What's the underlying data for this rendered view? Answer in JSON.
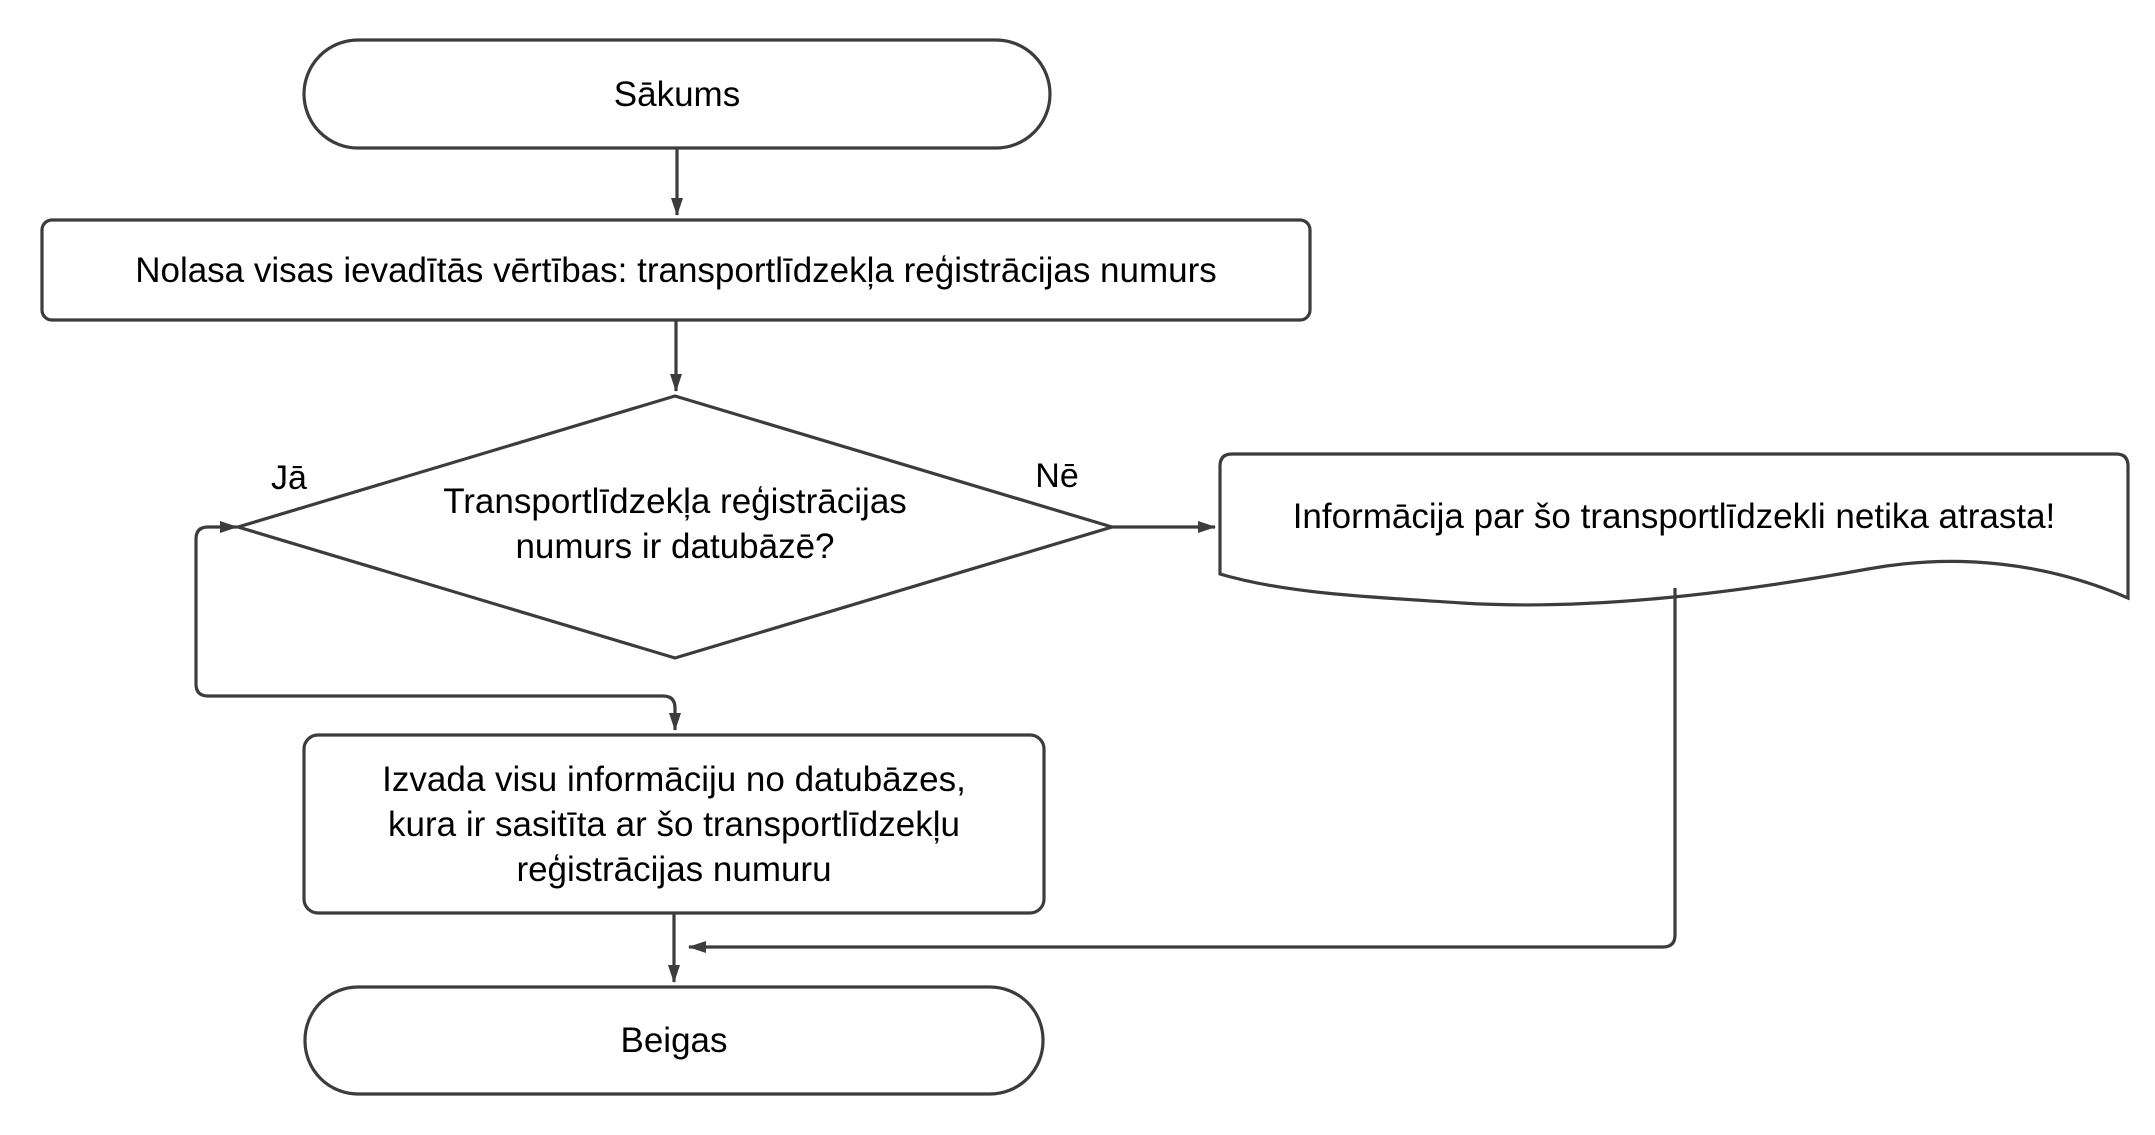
{
  "diagram": {
    "language": "Latvian",
    "background": "#ffffff",
    "colors": {
      "stroke": "#3c3c3c",
      "shape_fill": "#ffffff",
      "text": "#000000"
    },
    "nodes": {
      "start": {
        "type": "terminator",
        "label": "Sākums"
      },
      "read_input": {
        "type": "process",
        "label": "Nolasa visas ievadītās vērtības: transportlīdzekļa reģistrācijas numurs"
      },
      "decision": {
        "type": "decision",
        "lines": [
          "Transportlīdzekļa reģistrācijas",
          "numurs ir datubāzē?"
        ]
      },
      "not_found": {
        "type": "document",
        "label": "Informācija par šo transportlīdzekli netika atrasta!"
      },
      "output_info": {
        "type": "process",
        "lines": [
          "Izvada visu informāciju no datubāzes,",
          "kura ir sasitīta ar šo transportlīdzekļu",
          "reģistrācijas numuru"
        ]
      },
      "end": {
        "type": "terminator",
        "label": "Beigas"
      }
    },
    "edge_labels": {
      "yes": "Jā",
      "no": "Nē"
    }
  }
}
